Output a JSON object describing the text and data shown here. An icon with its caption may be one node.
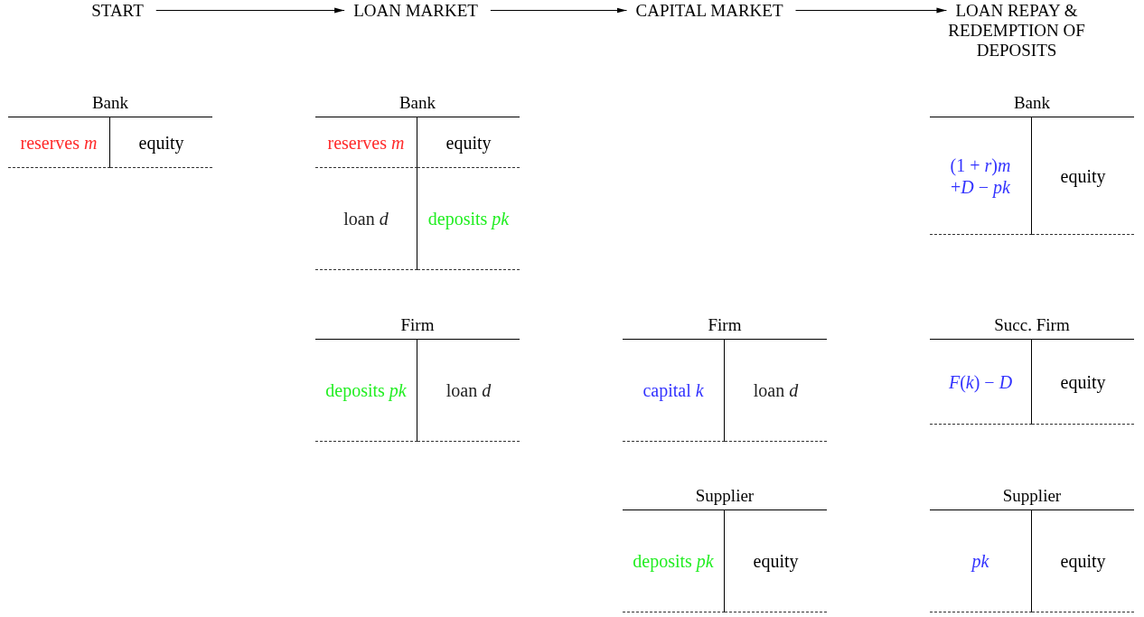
{
  "diagram": {
    "nodes": [
      {
        "text": [
          "START"
        ]
      },
      {
        "text": [
          "LOAN MARKET"
        ]
      },
      {
        "text": [
          "CAPITAL MARKET"
        ]
      },
      {
        "text": [
          "LOAN REPAY & REDEMPTION OF DEPOSITS"
        ]
      },
      {
        "text": [
          "Bank"
        ]
      },
      {
        "text": [
          "reserves *m*"
        ],
        "in": 4
      },
      {
        "text": [
          "equity"
        ],
        "in": 4
      },
      {
        "text": [
          "Bank"
        ]
      },
      {
        "text": [
          "reserves *m*"
        ],
        "in": 7
      },
      {
        "text": [
          "equity"
        ],
        "in": 7
      },
      {
        "text": [
          "loan *d*"
        ],
        "in": 7
      },
      {
        "text": [
          "deposits *pk*"
        ],
        "in": 7
      },
      {
        "text": [
          "Bank"
        ]
      },
      {
        "text": [
          "(1 + *r*)*m* +*D* − *pk*"
        ],
        "in": 12
      },
      {
        "text": [
          "equity"
        ],
        "in": 12
      },
      {
        "text": [
          "Firm"
        ]
      },
      {
        "text": [
          "deposits *pk*"
        ],
        "in": 15
      },
      {
        "text": [
          "loan *d*"
        ],
        "in": 15
      },
      {
        "text": [
          "Firm"
        ]
      },
      {
        "text": [
          "capital *k*"
        ],
        "in": 18
      },
      {
        "text": [
          "loan *d*"
        ],
        "in": 18
      },
      {
        "text": [
          "Succ. Firm"
        ]
      },
      {
        "text": [
          "*F*(*k*) − *D*"
        ],
        "in": 21
      },
      {
        "text": [
          "equity"
        ],
        "in": 21
      },
      {
        "text": [
          "Supplier"
        ]
      },
      {
        "text": [
          "deposits *pk*"
        ],
        "in": 24
      },
      {
        "text": [
          "equity"
        ],
        "in": 24
      },
      {
        "text": [
          "Supplier"
        ]
      },
      {
        "text": [
          "*pk*"
        ],
        "in": 27
      },
      {
        "text": [
          "equity"
        ],
        "in": 27
      }
    ],
    "edges": [
      {
        "from": 0,
        "to": 1,
        "arrow": "to"
      },
      {
        "from": 1,
        "to": 2,
        "arrow": "to"
      },
      {
        "from": 2,
        "to": 3,
        "arrow": "to"
      }
    ]
  }
}
